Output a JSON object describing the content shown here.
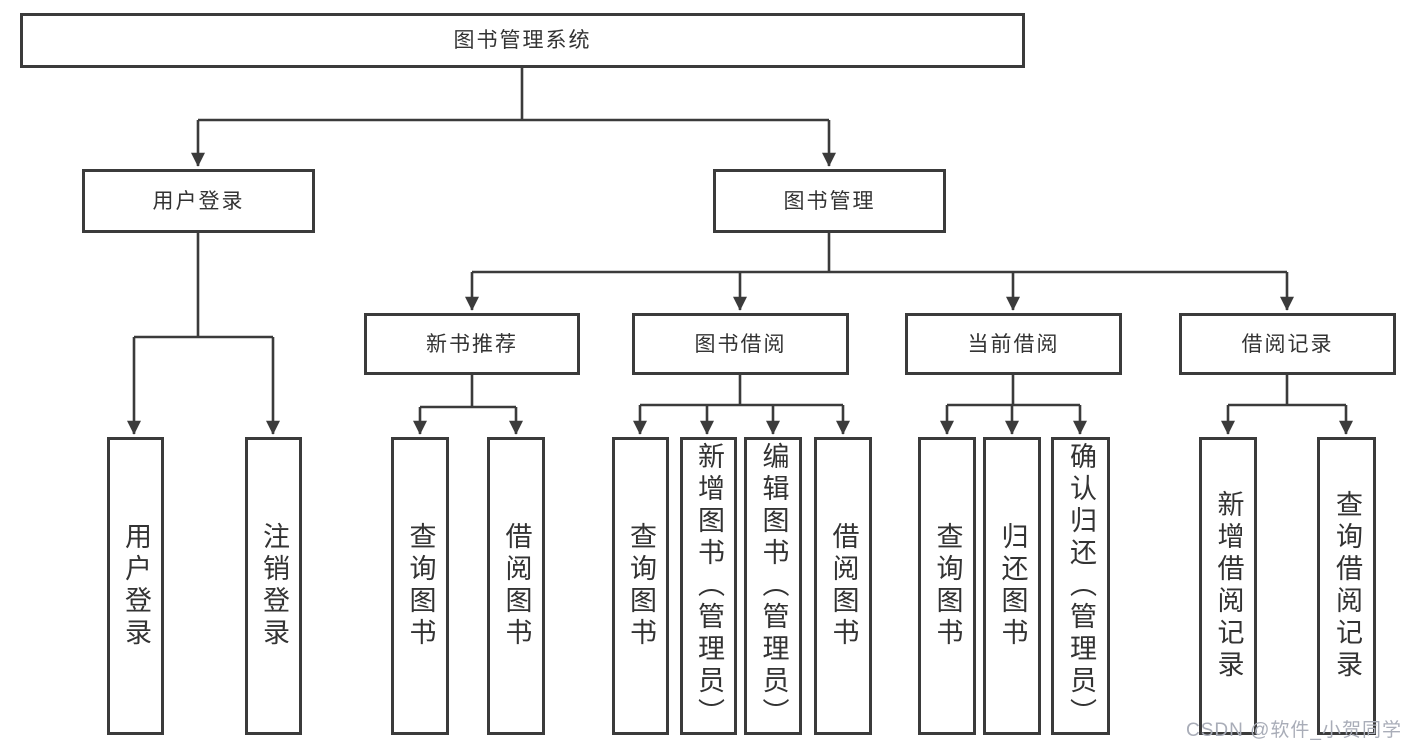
{
  "diagram": {
    "title": "图书管理系统",
    "watermark": "CSDN @软件_小贺同学",
    "colors": {
      "line": "#3b3b3b",
      "box_border": "#3b3b3b",
      "text": "#333333",
      "watermark": "#a9adb8",
      "background": "#ffffff"
    },
    "level2": [
      {
        "label": "用户登录"
      },
      {
        "label": "图书管理"
      }
    ],
    "level3": [
      {
        "label": "新书推荐"
      },
      {
        "label": "图书借阅"
      },
      {
        "label": "当前借阅"
      },
      {
        "label": "借阅记录"
      }
    ],
    "leaves": [
      {
        "label": "用户登录",
        "parent": "用户登录"
      },
      {
        "label": "注销登录",
        "parent": "用户登录"
      },
      {
        "label": "查询图书",
        "parent": "新书推荐"
      },
      {
        "label": "借阅图书",
        "parent": "新书推荐"
      },
      {
        "label": "查询图书",
        "parent": "图书借阅"
      },
      {
        "label": "新增图书（管理员）",
        "parent": "图书借阅"
      },
      {
        "label": "编辑图书（管理员）",
        "parent": "图书借阅"
      },
      {
        "label": "借阅图书",
        "parent": "图书借阅"
      },
      {
        "label": "查询图书",
        "parent": "当前借阅"
      },
      {
        "label": "归还图书",
        "parent": "当前借阅"
      },
      {
        "label": "确认归还（管理员）",
        "parent": "当前借阅"
      },
      {
        "label": "新增借阅记录",
        "parent": "借阅记录"
      },
      {
        "label": "查询借阅记录",
        "parent": "借阅记录"
      }
    ]
  }
}
